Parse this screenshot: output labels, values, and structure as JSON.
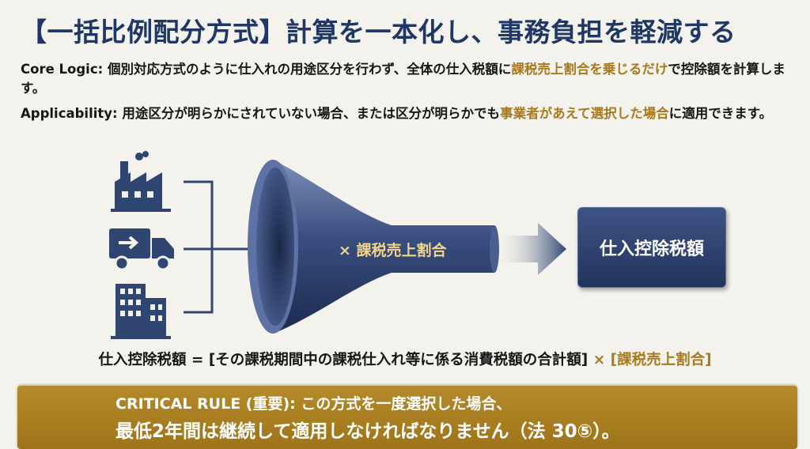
{
  "title": "【一括比例配分方式】計算を一本化し、事務負担を軽減する",
  "core_logic": {
    "label": "Core Logic:",
    "text": " 個別対応方式のように仕入れの用途区分を行わず、全体の仕入税額に",
    "highlight": "課税売上割合を乗じるだけ",
    "text_after": "で控除額を計算します。"
  },
  "applicability": {
    "label": "Applicability:",
    "text": " 用途区分が明らかにされていない場合、または区分が明らかでも",
    "highlight": "事業者があえて選択した場合",
    "text_after": "に適用できます。"
  },
  "diagram": {
    "inputs": [
      "factory-icon",
      "truck-icon",
      "building-icon"
    ],
    "funnel_label": "× 課税売上割合",
    "result_label": "仕入控除税額"
  },
  "formula": {
    "left": "仕入控除税額 = [その課税期間中の課税仕入れ等に係る消費税額の合計額]",
    "right": " × [課税売上割合]"
  },
  "critical_rule": {
    "line1": "CRITICAL RULE (重要): この方式を一度選択した場合、",
    "line2": "最低2年間は継続して適用しなければなりません（法 30⑤）。"
  },
  "colors": {
    "navy": "#1e3766",
    "gold": "#a87a1e",
    "band": "#a97f21"
  }
}
